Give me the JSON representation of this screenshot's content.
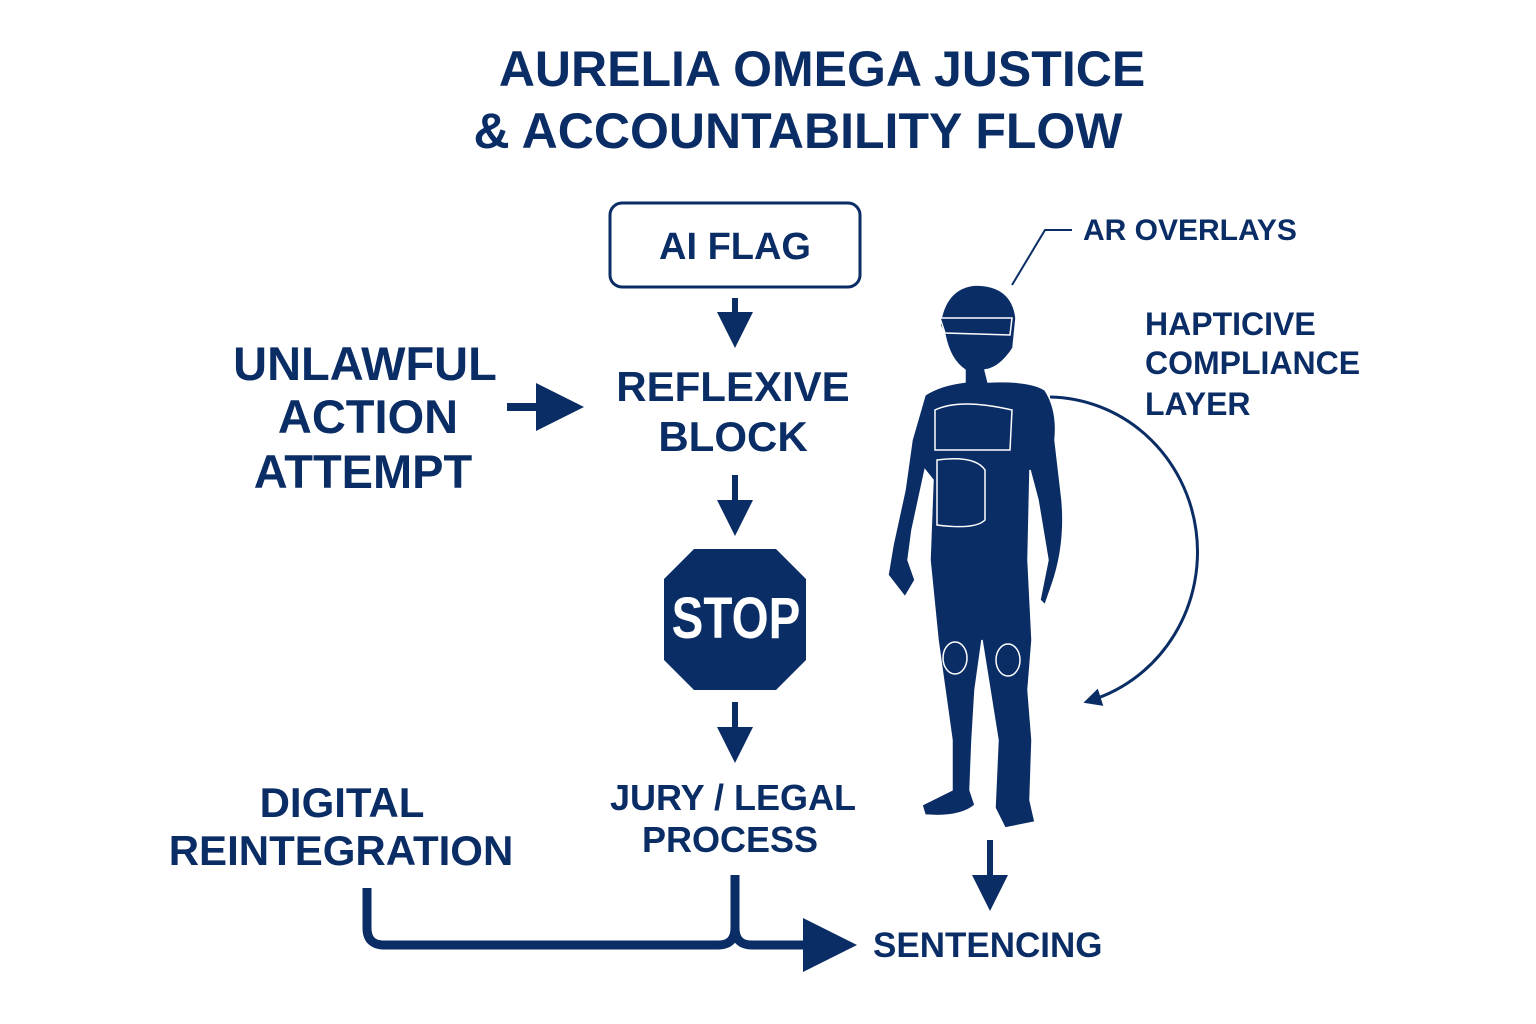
{
  "title": {
    "line1": "AURELIA OMEGA JUSTICE",
    "line2": "& ACCOUNTABILITY FLOW"
  },
  "nodes": {
    "ai_flag": "AI FLAG",
    "reflexive_block": {
      "line1": "REFLEXIVE",
      "line2": "BLOCK"
    },
    "unlawful": {
      "line1": "UNLAWFUL",
      "line2": "ACTION",
      "line3": "ATTEMPT"
    },
    "stop": "STOP",
    "jury": {
      "line1": "JURY / LEGAL",
      "line2": "PROCESS"
    },
    "digital": {
      "line1": "DIGITAL",
      "line2": "REINTEGRATION"
    },
    "sentencing": "SENTENCING"
  },
  "figure_labels": {
    "ar_overlays": "AR OVERLAYS",
    "haptic": {
      "line1": "HAPTICIVE",
      "line2": "COMPLIANCE",
      "line3": "LAYER"
    }
  },
  "colors": {
    "primary": "#0b2d66",
    "background": "#ffffff"
  }
}
